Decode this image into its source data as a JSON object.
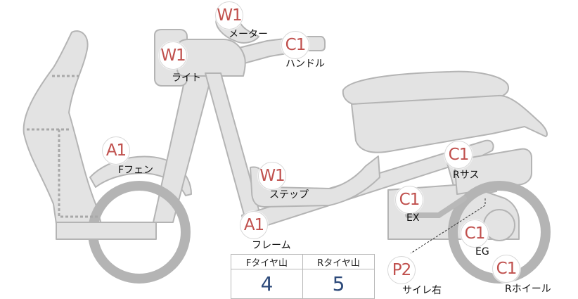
{
  "badges": {
    "meter": "W1",
    "light": "W1",
    "handle": "C1",
    "f_fender": "A1",
    "step": "W1",
    "frame": "A1",
    "r_sus": "C1",
    "ex": "C1",
    "eg": "C1",
    "siren": "P2",
    "r_wheel": "C1"
  },
  "labels": {
    "meter": "メーター",
    "light": "ライト",
    "handle": "ハンドル",
    "f_fender": "Fフェン",
    "step": "ステップ",
    "frame": "フレーム",
    "r_sus": "Rサス",
    "ex": "EX",
    "eg": "EG",
    "siren": "サイレ右",
    "r_wheel": "Rホイール"
  },
  "tire_table": {
    "headers": [
      "Fタイヤ山",
      "Rタイヤ山"
    ],
    "values": [
      "4",
      "5"
    ]
  },
  "colors": {
    "body_fill": "#e3e3e3",
    "outline": "#b4b4b4",
    "badge_text": "#c0504d",
    "table_value": "#2d4a7a"
  }
}
